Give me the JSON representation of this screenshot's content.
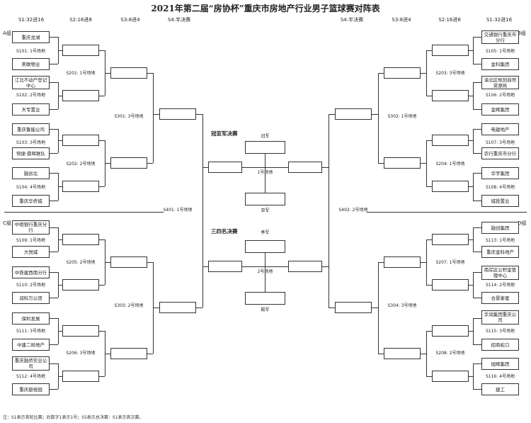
{
  "title": "2021年第二届“房协杯”重庆市房地产行业男子篮球赛对阵表",
  "headers": {
    "left_r32": "S1:32进16",
    "left_r16": "S2:16进8",
    "left_qf": "S3:8进4",
    "left_sf": "S4:半决赛",
    "right_sf": "S4:半决赛",
    "right_qf": "S3:8进4",
    "right_r16": "S2:16进8",
    "right_r32": "S1:32进16"
  },
  "groups": {
    "a": "A组",
    "b": "B组",
    "c": "C组",
    "d": "D组"
  },
  "final": {
    "title": "冠亚军决赛",
    "champion_label": "冠军",
    "venue": "1号场地",
    "runner_up_label": "亚军"
  },
  "third_place": {
    "title": "三四名决赛",
    "third_label": "季军",
    "venue": "2号场地",
    "fourth_label": "殿军"
  },
  "teams": {
    "a": [
      "重庆龙湖",
      "美联物业",
      "江北不动产登记中心",
      "天专置业",
      "重庆鲁能公司",
      "快捷·鼎晖联队",
      "融创北",
      "重庆华侨城"
    ],
    "c": [
      "中德银行重庆分行",
      "大悦城",
      "中铁建西南分行",
      "润科万公馆",
      "保利发展",
      "中建二局地产",
      "重庆融侨实业公司",
      "重庆碧桂园"
    ],
    "b": [
      "交通银行重庆市分行",
      "金科集团",
      "渝北区规划自然资源局",
      "金辉集团",
      "电建地产",
      "农行重庆市分行",
      "华宇集团",
      "城投置业"
    ],
    "d": [
      "融创集团",
      "重庆金科地产",
      "南岸区公积金管理中心",
      "合景泰富",
      "华润集团重庆公司",
      "招商蛇口",
      "旭辉集团",
      "建工"
    ]
  },
  "matches": {
    "a_r32": [
      "S101: 1号场地",
      "S102: 2号场地",
      "S103: 3号场地",
      "S104: 4号场地"
    ],
    "a_r16": [
      "S201: 1号场地",
      "S202: 2号场地"
    ],
    "a_qf": "S301: 3号场地",
    "c_r32": [
      "S109: 1号场地",
      "S110: 2号场地",
      "S111: 3号场地",
      "S112: 4号场地"
    ],
    "c_r16": [
      "S205: 2号场地",
      "S206: 3号场地"
    ],
    "c_qf": "S303: 2号场地",
    "b_r32": [
      "S105: 1号场地",
      "S106: 2号场地",
      "S107: 3号场地",
      "S108: 4号场地"
    ],
    "b_r16": [
      "S203: 3号场地",
      "S204: 1号场地"
    ],
    "b_qf": "S302: 1号场地",
    "d_r32": [
      "S113: 1号场地",
      "S114: 2号场地",
      "S115: 3号场地",
      "S116: 4号场地"
    ],
    "d_r16": [
      "S207: 1号场地",
      "S208: 2号场地"
    ],
    "d_qf": "S304: 3号场地",
    "sf_left": "S401: 1号场地",
    "sf_right": "S402: 2号场地"
  },
  "footnote": "注：S1表示首轮比赛；后数字1表示1号；S5表示总决赛：S1表示首次赛。"
}
